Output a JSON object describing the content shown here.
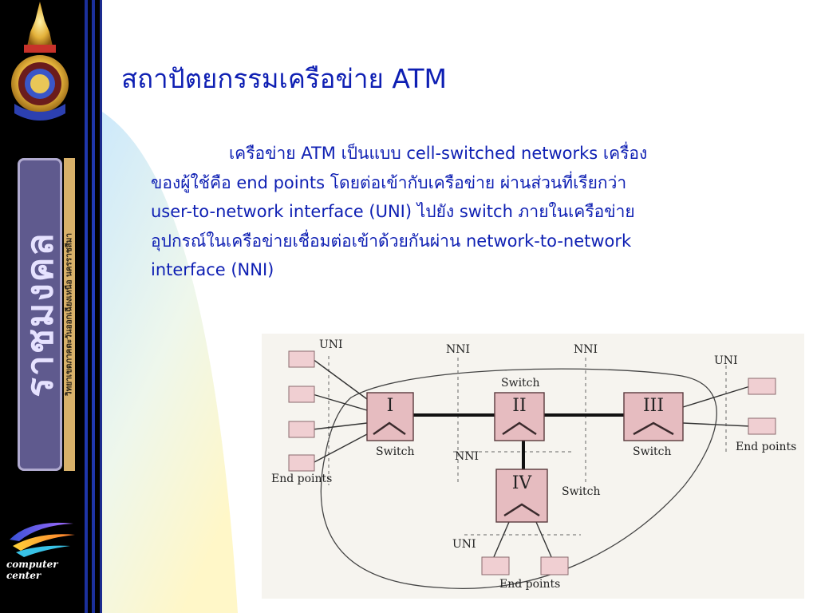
{
  "slide": {
    "title": "สถาปัตยกรรมเครือข่าย ATM",
    "paragraph_lines": [
      "เครือข่าย ATM เป็นแบบ cell-switched networks เครื่อง",
      "ของผู้ใช้คือ end points โดยต่อเข้ากับเครือข่าย ผ่านส่วนที่เรียกว่า",
      "user-to-network interface (UNI) ไปยัง switch ภายในเครือข่าย",
      "อุปกรณ์ในเครือข่ายเชื่อมต่อเข้าด้วยกันผ่าน network-to-network",
      "interface (NNI)"
    ]
  },
  "sidebar": {
    "vertical_title": "ราชมงคล",
    "vertical_subtitle": "วิทยาเขตภาคตะวันออกเฉียงเหนือ นครราชสีมา",
    "logo_text": "computer center"
  },
  "diagram": {
    "labels": {
      "uni_left": "UNI",
      "nni_1": "NNI",
      "nni_2": "NNI",
      "uni_right": "UNI",
      "switch_top": "Switch",
      "switch_i": "Switch",
      "switch_iii": "Switch",
      "switch_iv": "Switch",
      "nni_mid": "NNI",
      "uni_bottom": "UNI",
      "end_points_left": "End points",
      "end_points_right": "End points",
      "end_points_bottom": "End points"
    },
    "switches": [
      "I",
      "II",
      "III",
      "IV"
    ]
  },
  "colors": {
    "title_blue": "#0e1fb3",
    "switch_fill": "#e6bcc0",
    "endpoint_fill": "#f0cfd2",
    "swoosh_blue": "#d6eefb",
    "swoosh_yellow": "#fff9d6"
  }
}
